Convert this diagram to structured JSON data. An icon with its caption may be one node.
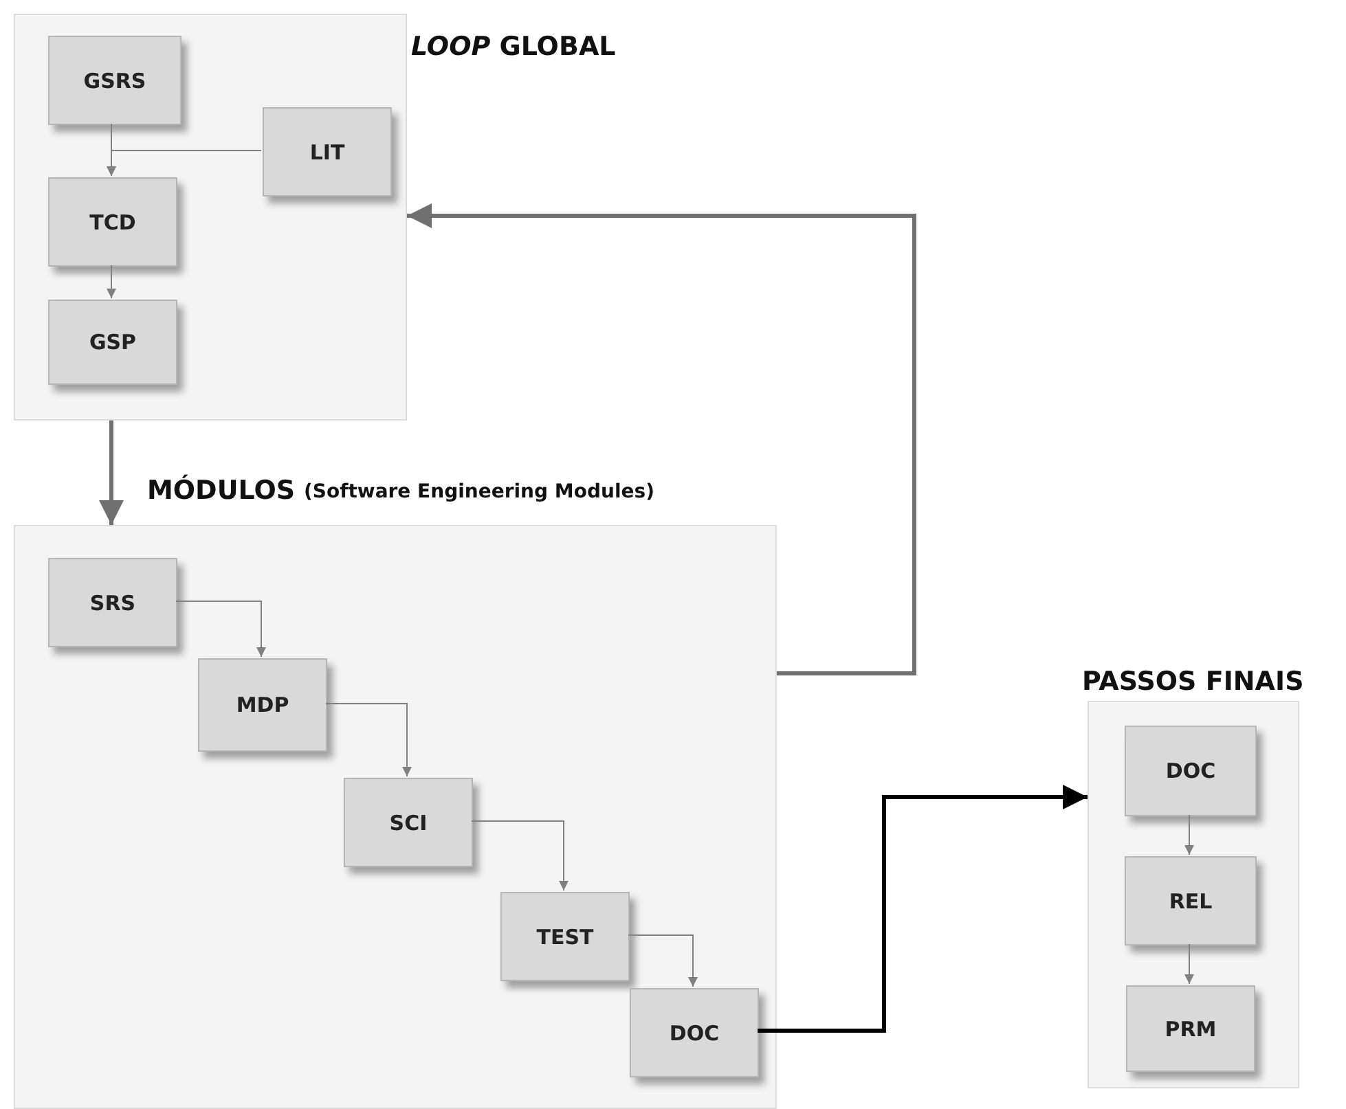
{
  "diagram": {
    "nodes": [
      {
        "text": [
          "*LOOP* GLOBAL"
        ]
      },
      {
        "text": [
          "GSRS"
        ],
        "in": 0
      },
      {
        "text": [
          "LIT"
        ],
        "in": 0
      },
      {
        "text": [
          "TCD"
        ],
        "in": 0
      },
      {
        "text": [
          "GSP"
        ],
        "in": 0
      },
      {
        "text": [
          "MÓDULOS",
          "(Software Engineering Modules)"
        ]
      },
      {
        "text": [
          "SRS"
        ],
        "in": 5
      },
      {
        "text": [
          "MDP"
        ],
        "in": 5
      },
      {
        "text": [
          "SCI"
        ],
        "in": 5
      },
      {
        "text": [
          "TEST"
        ],
        "in": 5
      },
      {
        "text": [
          "DOC"
        ],
        "in": 5
      },
      {
        "text": [
          "PASSOS FINAIS"
        ]
      },
      {
        "text": [
          "DOC"
        ],
        "in": 11
      },
      {
        "text": [
          "REL"
        ],
        "in": 11
      },
      {
        "text": [
          "PRM"
        ],
        "in": 11
      }
    ],
    "edges": [
      {
        "from": 1,
        "to": 3,
        "arrow": "to"
      },
      {
        "from": 2,
        "to": 3,
        "arrow": "to"
      },
      {
        "from": 3,
        "to": 4,
        "arrow": "to"
      },
      {
        "from": 0,
        "to": 5,
        "arrow": "to",
        "style": "thick"
      },
      {
        "from": 5,
        "to": 0,
        "arrow": "to",
        "style": "thick"
      },
      {
        "from": 6,
        "to": 7,
        "arrow": "to"
      },
      {
        "from": 7,
        "to": 8,
        "arrow": "to"
      },
      {
        "from": 8,
        "to": 9,
        "arrow": "to"
      },
      {
        "from": 9,
        "to": 10,
        "arrow": "to"
      },
      {
        "from": 10,
        "to": 11,
        "arrow": "to",
        "style": "thick",
        "color": "#000000"
      },
      {
        "from": 12,
        "to": 13,
        "arrow": "to"
      },
      {
        "from": 13,
        "to": 14,
        "arrow": "to"
      }
    ]
  }
}
